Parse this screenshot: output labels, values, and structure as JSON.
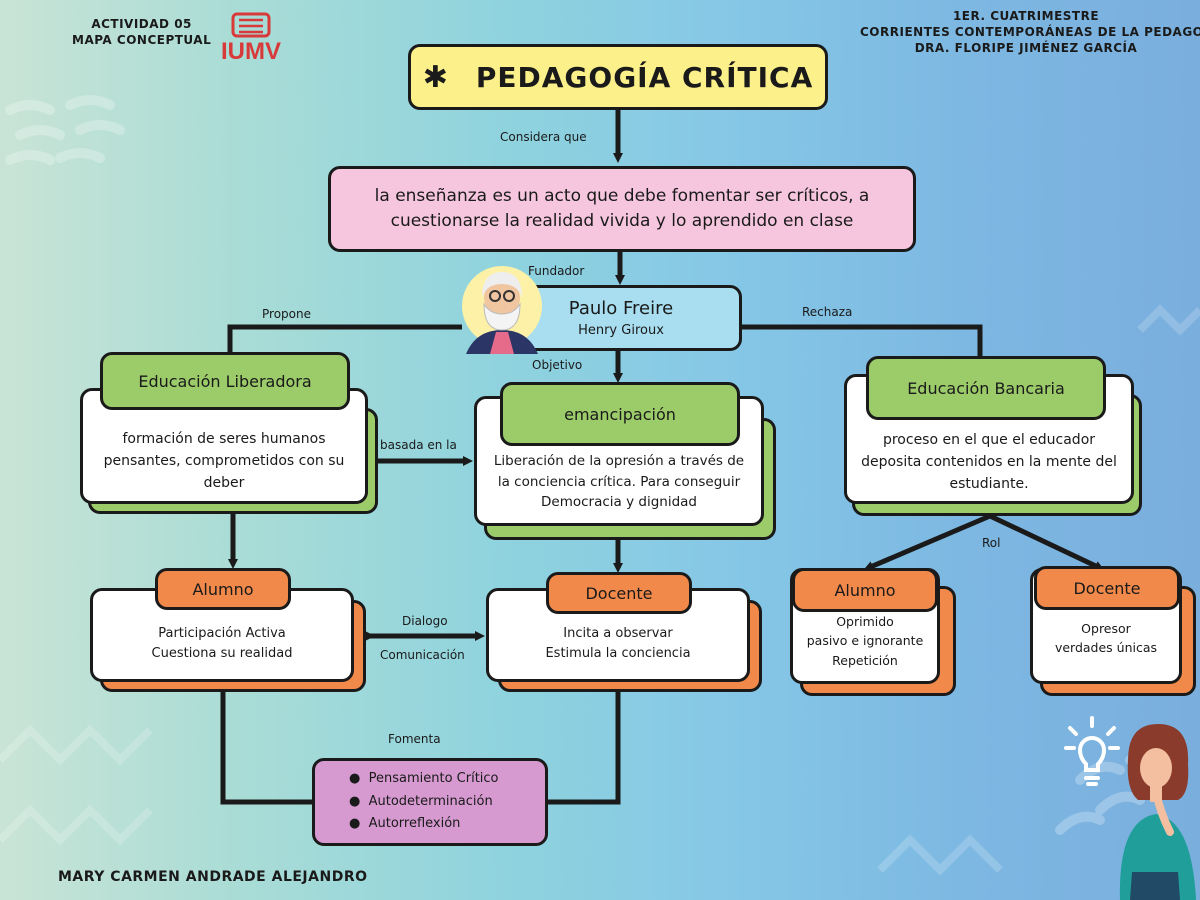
{
  "header": {
    "activity": "ACTIVIDAD 05",
    "type": "MAPA CONCEPTUAL",
    "logo": "IUMV",
    "term": "1ER. CUATRIMESTRE",
    "course": "CORRIENTES CONTEMPORÁNEAS DE LA PEDAGOGÍA",
    "teacher": "DRA. FLORIPE JIMÉNEZ GARCÍA"
  },
  "title": {
    "asterisk": "✱",
    "text": "PEDAGOGÍA CRÍTICA"
  },
  "definition": {
    "line1": "la enseñanza es un acto que debe fomentar ser críticos, a",
    "line2": "cuestionarse la realidad vivida y lo aprendido en clase"
  },
  "founder": {
    "name": "Paulo Freire",
    "secondary": "Henry Giroux"
  },
  "labels": {
    "considera": "Considera que",
    "fundador": "Fundador",
    "propone": "Propone",
    "rechaza": "Rechaza",
    "objetivo": "Objetivo",
    "basada": "basada en la",
    "dialogo": "Dialogo",
    "comunicacion": "Comunicación",
    "rol": "Rol",
    "fomenta": "Fomenta"
  },
  "liberadora": {
    "title": "Educación Liberadora",
    "lines": [
      "formación de seres humanos",
      "pensantes, comprometidos con su",
      "deber"
    ]
  },
  "emancipacion": {
    "title": "emancipación",
    "lines": [
      "Liberación de la opresión a través de",
      "la conciencia crítica. Para conseguir",
      "Democracia y dignidad"
    ]
  },
  "bancaria": {
    "title": "Educación Bancaria",
    "lines": [
      "proceso en el que el educador",
      "deposita contenidos en la mente del",
      "estudiante."
    ]
  },
  "alumno_lib": {
    "title": "Alumno",
    "lines": [
      "Participación Activa",
      "Cuestiona su realidad"
    ]
  },
  "docente_lib": {
    "title": "Docente",
    "lines": [
      "Incita a observar",
      "Estimula la conciencia"
    ]
  },
  "alumno_ban": {
    "title": "Alumno",
    "lines": [
      "Oprimido",
      "pasivo e ignorante",
      "Repetición"
    ]
  },
  "docente_ban": {
    "title": "Docente",
    "lines": [
      "Opresor",
      "verdades únicas"
    ]
  },
  "fomenta_list": [
    "Pensamiento Crítico",
    "Autodeterminación",
    "Autorreflexión"
  ],
  "author": "MARY CARMEN ANDRADE ALEJANDRO",
  "colors": {
    "title_bg": "#fbf08a",
    "definition_bg": "#f5c6dd",
    "founder_bg": "#a8def0",
    "green": "#9ccb6a",
    "orange": "#f0894a",
    "purple": "#d69ad0",
    "logo_red": "#d83a3a"
  }
}
